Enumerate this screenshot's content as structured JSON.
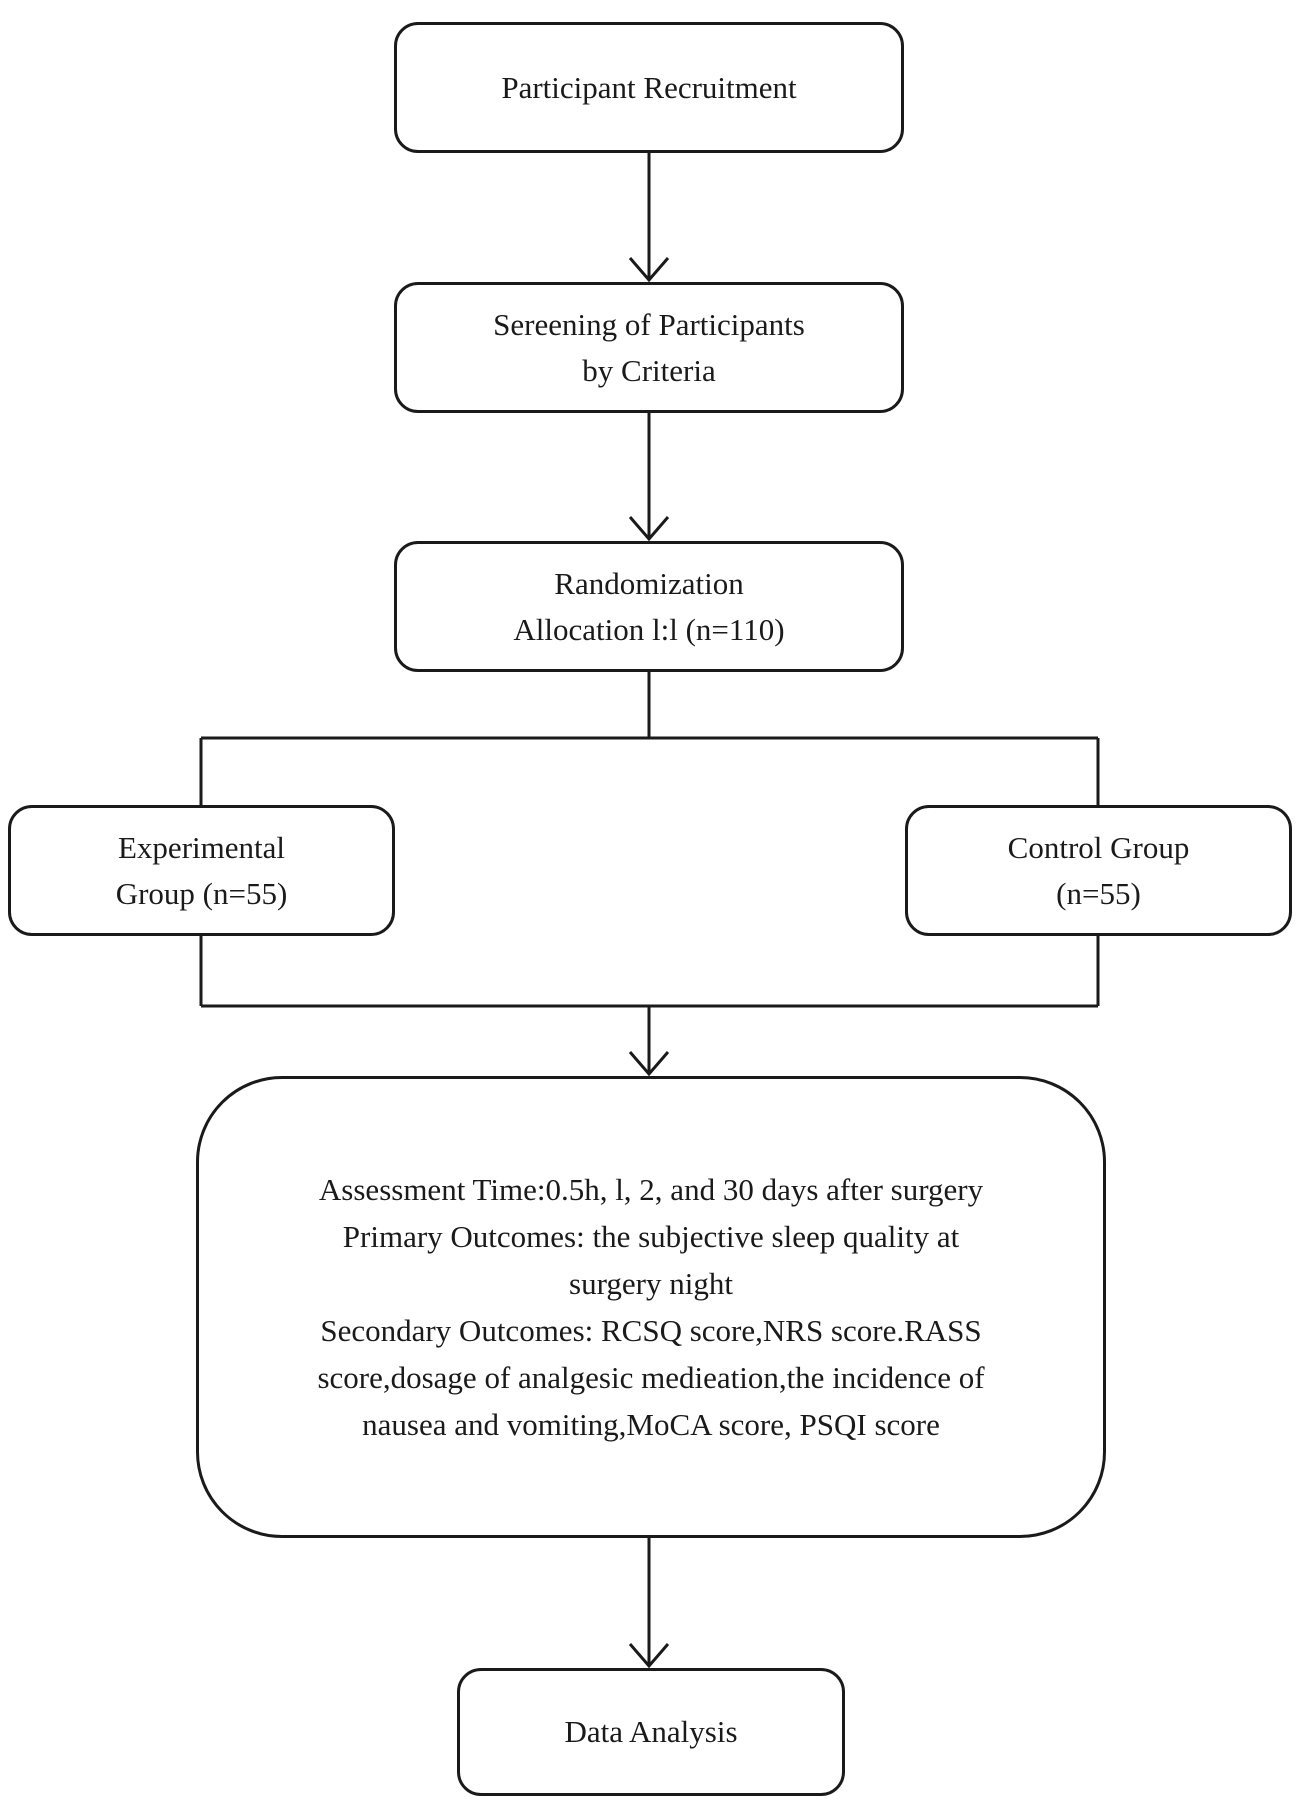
{
  "nodes": {
    "recruitment": {
      "lines": [
        "Participant Recruitment"
      ]
    },
    "screening": {
      "lines": [
        "Sereening of Participants",
        "by Criteria"
      ]
    },
    "randomization": {
      "lines": [
        "Randomization",
        "Allocation l:l (n=110)"
      ]
    },
    "experimental": {
      "lines": [
        "Experimental",
        "Group (n=55)"
      ]
    },
    "control": {
      "lines": [
        "Control Group",
        "(n=55)"
      ]
    },
    "assessment": {
      "lines": [
        "Assessment Time:0.5h, l, 2, and 30 days after surgery",
        "Primary Outcomes: the subjective sleep quality at",
        "surgery night",
        "Secondary Outcomes: RCSQ score,NRS score.RASS",
        "score,dosage of analgesic medieation,the incidence of",
        "nausea and vomiting,MoCA score, PSQI score"
      ]
    },
    "analysis": {
      "lines": [
        "Data Analysis"
      ]
    }
  },
  "colors": {
    "stroke": "#1a1a1a",
    "background": "#ffffff"
  }
}
